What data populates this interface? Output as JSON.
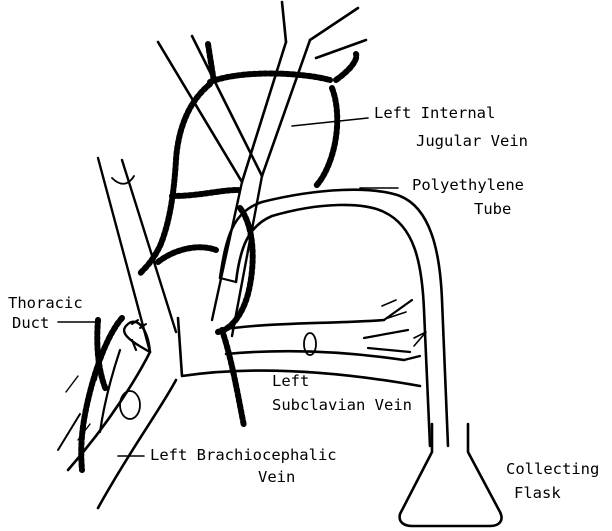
{
  "labels": {
    "internal_jugular": [
      "Left Internal",
      "Jugular Vein"
    ],
    "polyethylene": [
      "Polyethylene",
      "Tube"
    ],
    "thoracic_duct": [
      "Thoracic",
      "Duct"
    ],
    "subclavian": [
      "Left",
      "Subclavian Vein"
    ],
    "brachiocephalic": [
      "Left Brachiocephalic",
      "Vein"
    ],
    "flask": [
      "Collecting",
      "Flask"
    ]
  }
}
